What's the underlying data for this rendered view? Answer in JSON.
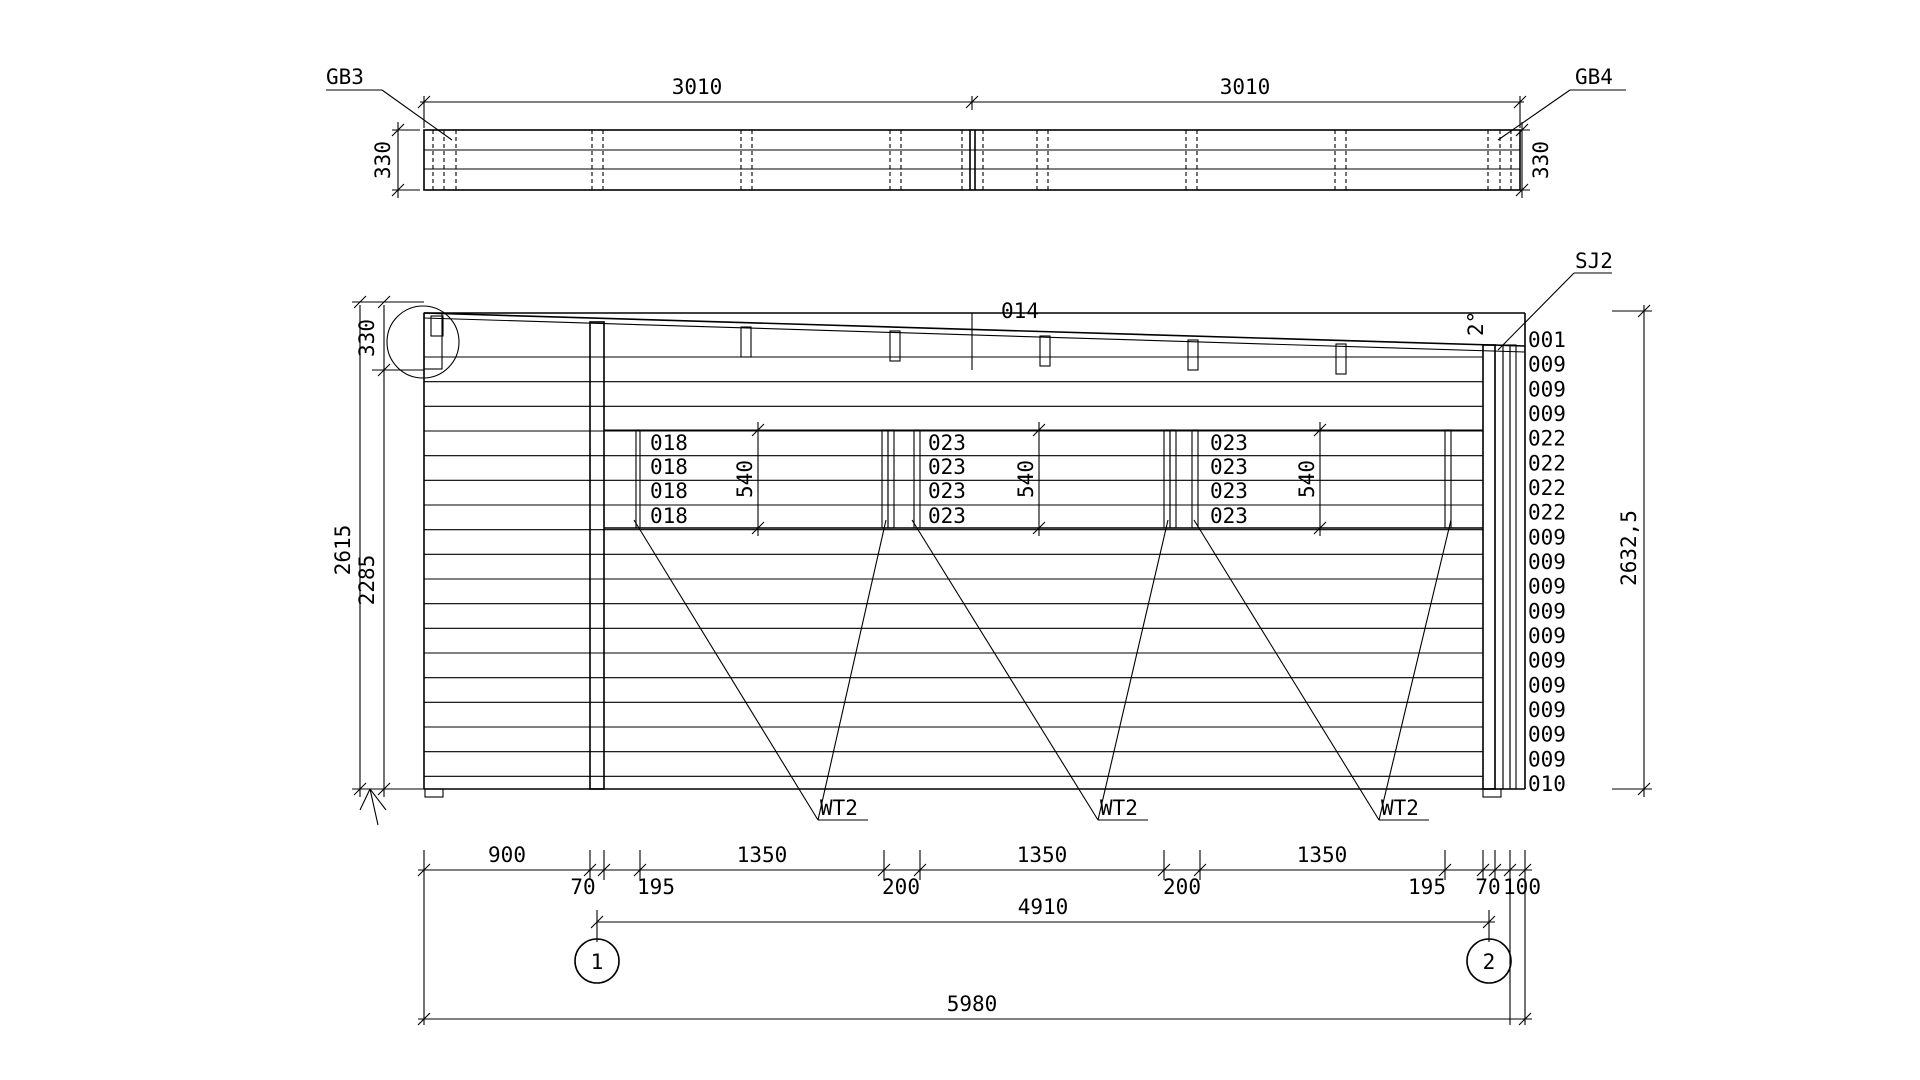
{
  "labels": {
    "gb3": "GB3",
    "gb4": "GB4",
    "sj2": "SJ2",
    "top_span_left": "3010",
    "top_span_right": "3010",
    "top_height_left": "330",
    "top_height_right": "330",
    "beam": "014",
    "roof_angle": "2°",
    "elev_height_330": "330",
    "elev_height_2615": "2615",
    "elev_height_2285": "2285",
    "elev_height_right": "2632,5",
    "win_height_1": "540",
    "win_height_2": "540",
    "win_height_3": "540",
    "wt2_1": "WT2",
    "wt2_2": "WT2",
    "wt2_3": "WT2",
    "axis_1": "1",
    "axis_2": "2"
  },
  "window_log_codes": {
    "w1": [
      "018",
      "018",
      "018",
      "018"
    ],
    "w2": [
      "023",
      "023",
      "023",
      "023"
    ],
    "w3": [
      "023",
      "023",
      "023",
      "023"
    ]
  },
  "right_log_codes": [
    "001",
    "009",
    "009",
    "009",
    "022",
    "022",
    "022",
    "022",
    "009",
    "009",
    "009",
    "009",
    "009",
    "009",
    "009",
    "009",
    "009",
    "009",
    "010"
  ],
  "dimensions": {
    "row1": [
      "900",
      "1350",
      "1350",
      "1350"
    ],
    "row2": [
      "70",
      "195",
      "200",
      "200",
      "195",
      "70",
      "100"
    ],
    "axis_distance": "4910",
    "overall": "5980"
  }
}
